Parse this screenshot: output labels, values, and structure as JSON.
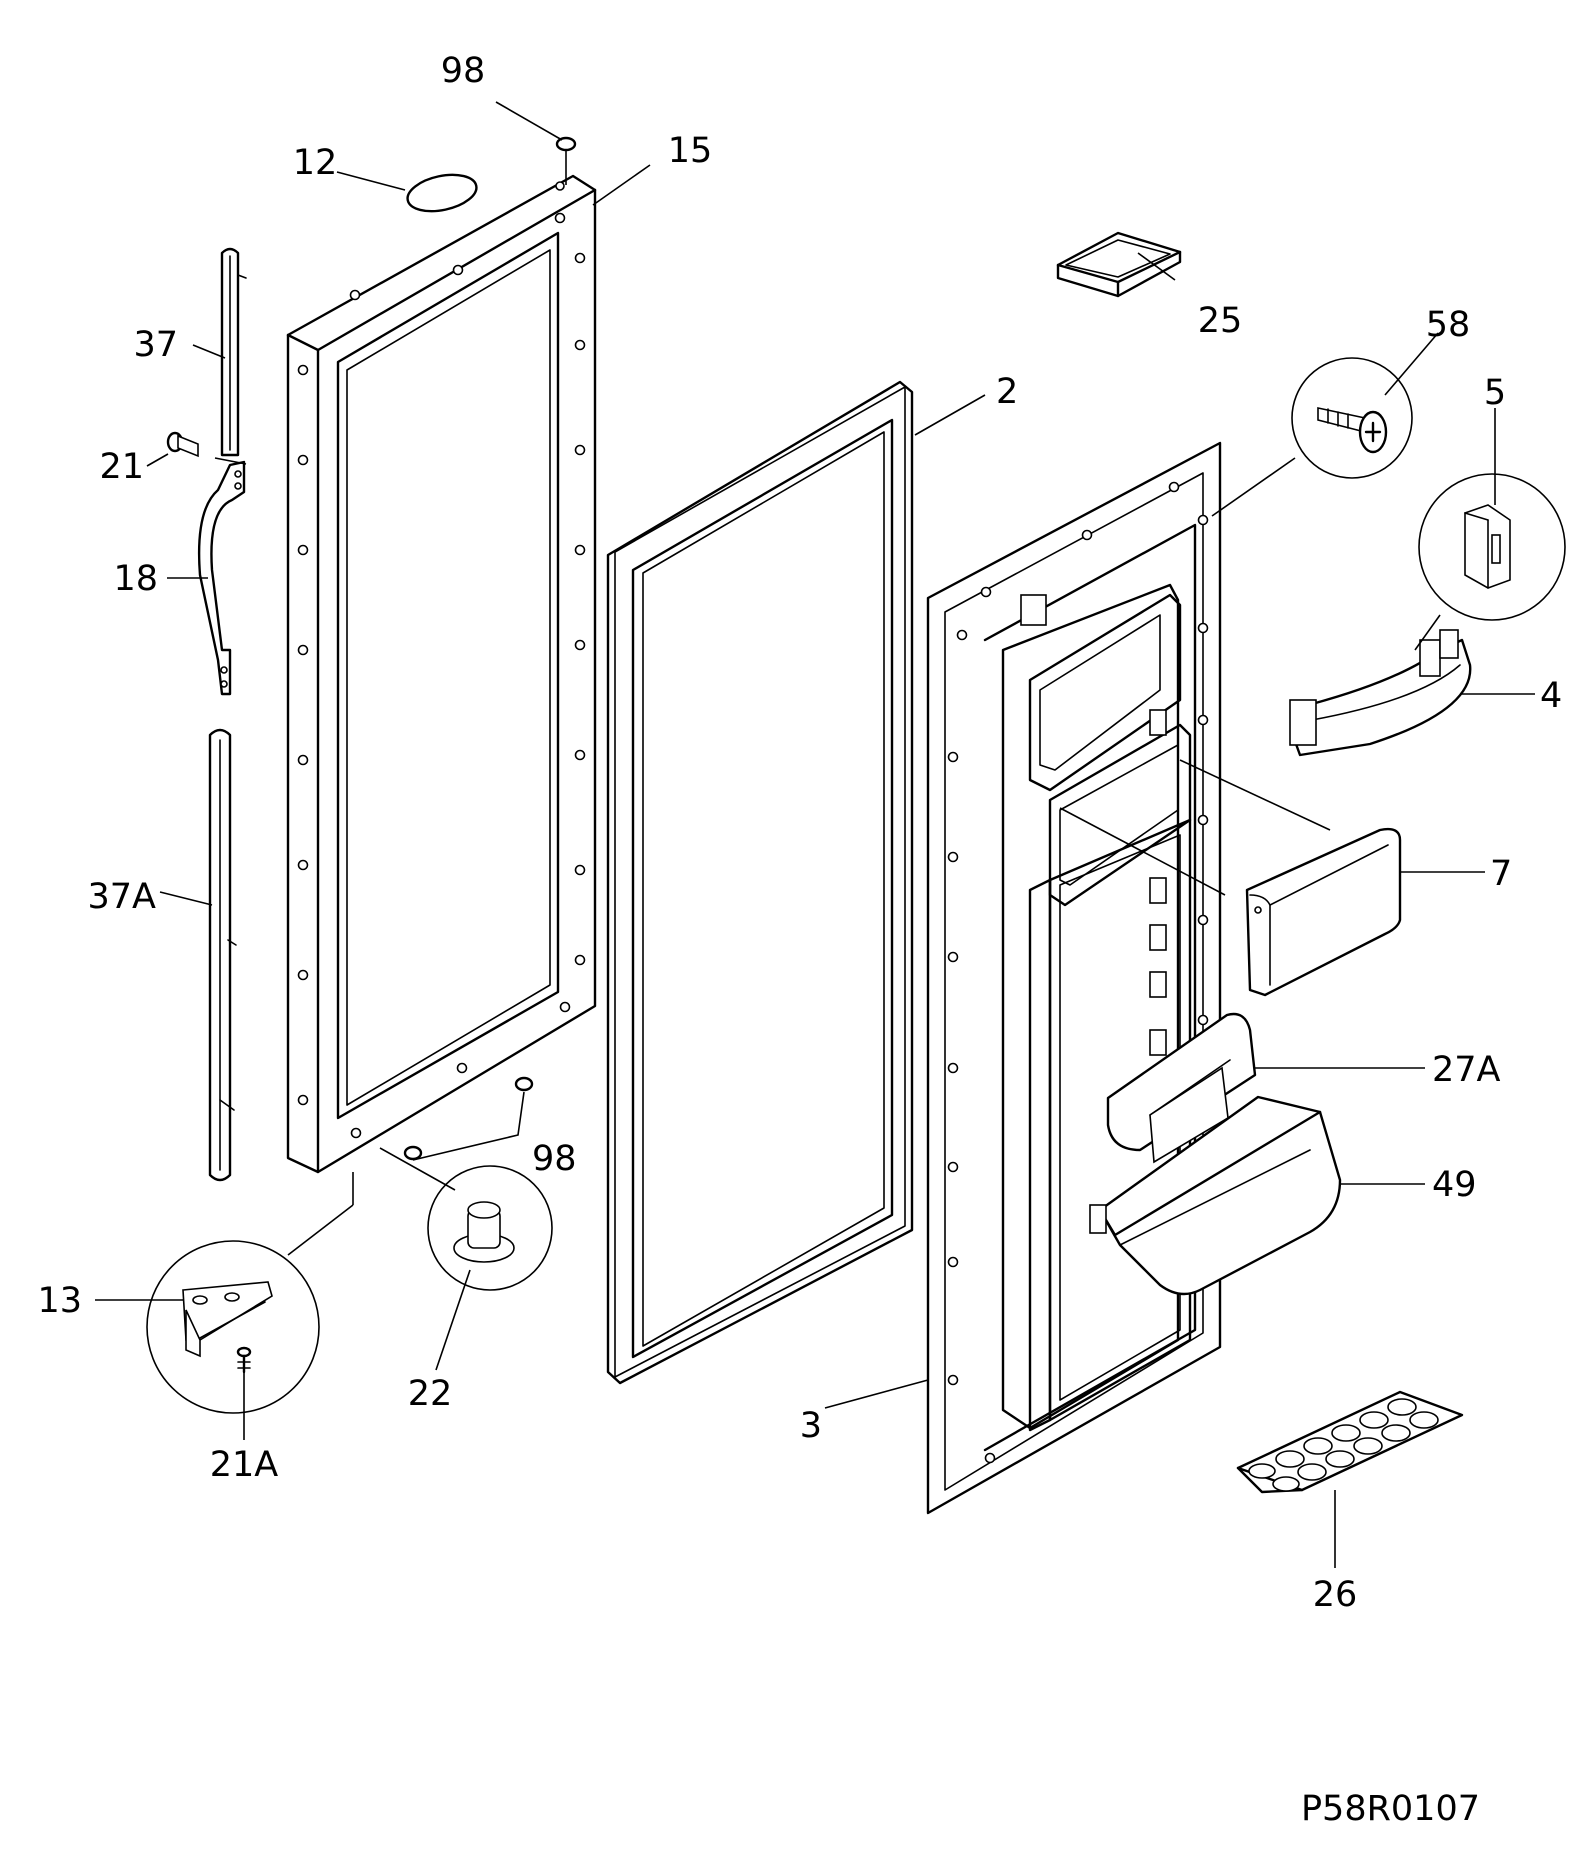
{
  "diagram_code": "P58R0107",
  "callouts": {
    "p98_top": "98",
    "p12": "12",
    "p15": "15",
    "p37": "37",
    "p21": "21",
    "p18": "18",
    "p37a": "37A",
    "p2": "2",
    "p25": "25",
    "p58": "58",
    "p5": "5",
    "p4": "4",
    "p7": "7",
    "p27a": "27A",
    "p49": "49",
    "p98_bottom": "98",
    "p13": "13",
    "p21a": "21A",
    "p22": "22",
    "p3": "3",
    "p26": "26"
  }
}
